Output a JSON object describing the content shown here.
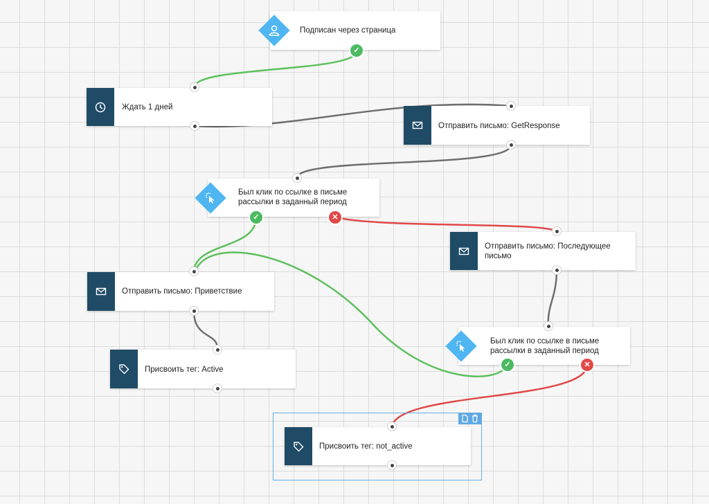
{
  "workflow": {
    "nodes": {
      "subscribed": {
        "label": "Подписан через страница",
        "icon": "user-icon"
      },
      "wait": {
        "label": "Ждать 1 дней",
        "icon": "clock-icon"
      },
      "send_getresponse": {
        "label": "Отправить письмо: GetResponse",
        "icon": "envelope-icon"
      },
      "click_condition_1": {
        "line1": "Был клик по ссылке в письме",
        "line2": "рассылки в заданный период",
        "icon": "cursor-click-icon"
      },
      "send_followup": {
        "line1": "Отправить письмо: Последующее",
        "line2": "письмо",
        "icon": "envelope-icon"
      },
      "send_welcome": {
        "label": "Отправить письмо: Приветствие",
        "icon": "envelope-icon"
      },
      "tag_active": {
        "label": "Присвоить тег: Active",
        "icon": "tag-icon"
      },
      "click_condition_2": {
        "line1": "Был клик по ссылке в письме",
        "line2": "рассылки в заданный период",
        "icon": "cursor-click-icon"
      },
      "tag_not_active": {
        "label": "Присвоить тег: not_active",
        "icon": "tag-icon"
      }
    },
    "badges": {
      "yes": "✓",
      "no": "✕"
    },
    "colors": {
      "side_panel": "#1f4b66",
      "diamond": "#4fb6f2",
      "connector_default": "#6e6e6e",
      "connector_yes": "#5cc05c",
      "connector_no": "#e04848",
      "selection": "#62aee6"
    },
    "selection_tools": {
      "copy_icon": "copy-icon",
      "delete_icon": "trash-icon"
    }
  }
}
